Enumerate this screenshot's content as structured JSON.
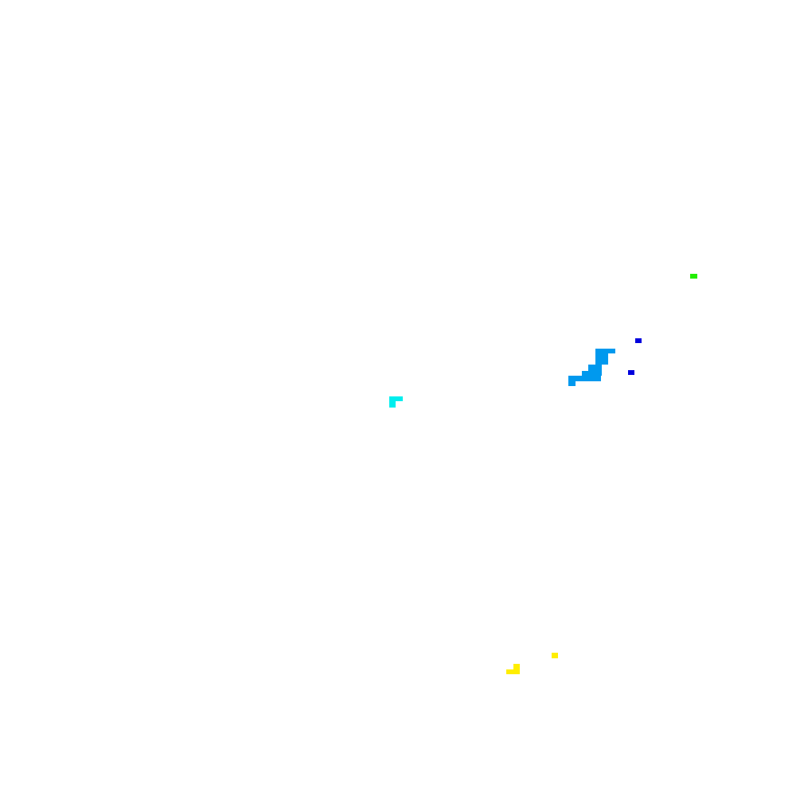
{
  "background_color": "#ffffff",
  "blobs": [
    {
      "name": "green-speck",
      "color": "#22ee00"
    },
    {
      "name": "navy-speck-upper",
      "color": "#0000dd"
    },
    {
      "name": "navy-speck-lower",
      "color": "#0000dd"
    },
    {
      "name": "sky-blue-cluster",
      "color": "#0099ee"
    },
    {
      "name": "cyan-fragment",
      "color": "#00eeee"
    },
    {
      "name": "yellow-speck",
      "color": "#ffee00"
    },
    {
      "name": "yellow-fragment",
      "color": "#ffee00"
    }
  ]
}
